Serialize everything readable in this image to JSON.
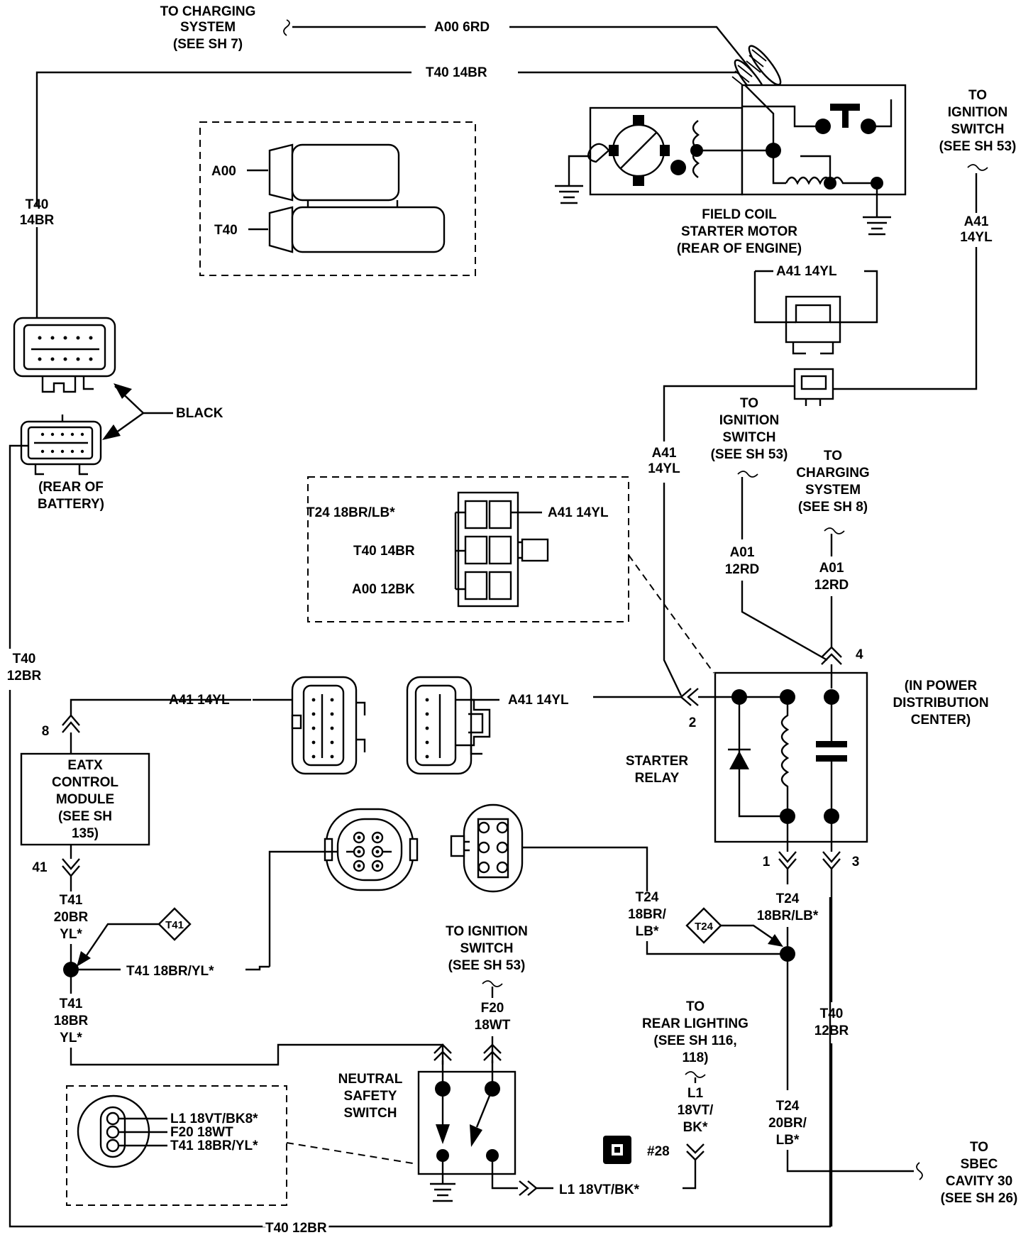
{
  "labels": {
    "charging_top": [
      "TO CHARGING",
      "SYSTEM",
      "(SEE SH 7)"
    ],
    "a00_6rd": "A00 6RD",
    "t40_14br_top": "T40 14BR",
    "ignition_top_right": [
      "TO",
      "IGNITION",
      "SWITCH",
      "(SEE SH 53)"
    ],
    "conn_a00": "A00",
    "conn_t40": "T40",
    "field_coil": [
      "FIELD COIL",
      "STARTER MOTOR",
      "(REAR OF ENGINE)"
    ],
    "a41_14yl_right": [
      "A41",
      "14YL"
    ],
    "a41_14yl_box": "A41 14YL",
    "t40_14br_left": [
      "T40",
      "14BR"
    ],
    "black": "BLACK",
    "rear_of_battery": [
      "(REAR OF",
      "BATTERY)"
    ],
    "a41_14yl_mid": [
      "A41",
      "14YL"
    ],
    "ignition_mid": [
      "TO",
      "IGNITION",
      "SWITCH",
      "(SEE SH 53)"
    ],
    "charging_mid": [
      "TO",
      "CHARGING",
      "SYSTEM",
      "(SEE SH 8)"
    ],
    "pdc_pins": [
      "T24 18BR/LB*",
      "T40 14BR",
      "A00 12BK"
    ],
    "pdc_pin_right": "A41 14YL",
    "a01_12rd_1": [
      "A01",
      "12RD"
    ],
    "a01_12rd_2": [
      "A01",
      "12RD"
    ],
    "pin_4": "4",
    "pin_2": "2",
    "pin_1": "1",
    "pin_3": "3",
    "t40_12br_left": [
      "T40",
      "12BR"
    ],
    "in_pdc": [
      "(IN POWER",
      "DISTRIBUTION",
      "CENTER)"
    ],
    "a41_14yl_eatx": "A41 14YL",
    "a41_14yl_relay": "A41 14YL",
    "pin_8": "8",
    "eatx_module": [
      "EATX",
      "CONTROL",
      "MODULE",
      "(SEE SH",
      "135)"
    ],
    "starter_relay": [
      "STARTER",
      "RELAY"
    ],
    "pin_41": "41",
    "t41_20br": [
      "T41",
      "20BR",
      "YL*"
    ],
    "t41_diamond": "T41",
    "t41_18br_yl": "T41  18BR/YL*",
    "t24_18br_lb_left": [
      "T24",
      "18BR/",
      "LB*"
    ],
    "t24_diamond": "T24",
    "t24_18br_lb_right": [
      "T24",
      "18BR/LB*"
    ],
    "ignition_bottom": [
      "TO IGNITION",
      "SWITCH",
      "(SEE SH 53)"
    ],
    "f20_18wt": [
      "F20",
      "18WT"
    ],
    "t41_18br_yl_lower": [
      "T41",
      "18BR",
      "YL*"
    ],
    "rear_lighting": [
      "TO",
      "REAR LIGHTING",
      "(SEE SH 116,",
      "118)"
    ],
    "t40_12br_right": [
      "T40",
      "12BR"
    ],
    "neutral_safety": [
      "NEUTRAL",
      "SAFETY",
      "SWITCH"
    ],
    "l1_18vt_bk": [
      "L1",
      "18VT/",
      "BK*"
    ],
    "nss_pins": [
      "L1 18VT/BK8*",
      "F20 18WT",
      "T41 18BR/YL*"
    ],
    "t24_20br_lb": [
      "T24",
      "20BR/",
      "LB*"
    ],
    "splice_28": "#28",
    "sbec": [
      "TO",
      "SBEC",
      "CAVITY 30",
      "(SEE SH 26)"
    ],
    "l1_bottom": "L1 18VT/BK*",
    "t40_12br_bottom": "T40 12BR"
  }
}
